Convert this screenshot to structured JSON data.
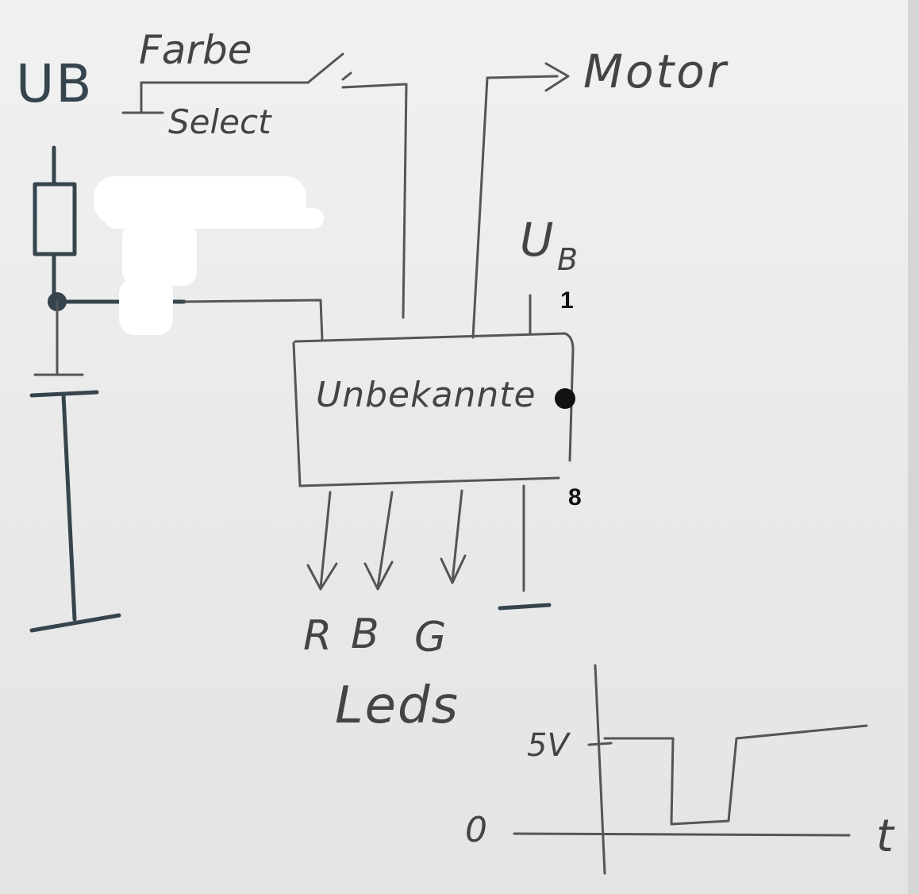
{
  "labels": {
    "supply_left": "UB",
    "switch_top": "Farbe",
    "switch_bottom": "Select",
    "motor": "Motor",
    "supply_chip_u": "U",
    "supply_chip_b": "B",
    "pin_1": "1",
    "pin_8": "8",
    "chip": "Unbekannte",
    "led_r": "R",
    "led_b": "B",
    "led_g": "G",
    "leds": "Leds",
    "graph_5v": "5V",
    "graph_0": "0",
    "graph_t": "t"
  },
  "colors": {
    "ink": "#555555",
    "edited_ink": "#35444d",
    "paper": "#ececec",
    "redaction": "#ffffff",
    "dot": "#111111"
  },
  "timing_graph": {
    "levels": [
      "0",
      "5V"
    ],
    "sequence": [
      "5V",
      "0",
      "5V"
    ]
  }
}
